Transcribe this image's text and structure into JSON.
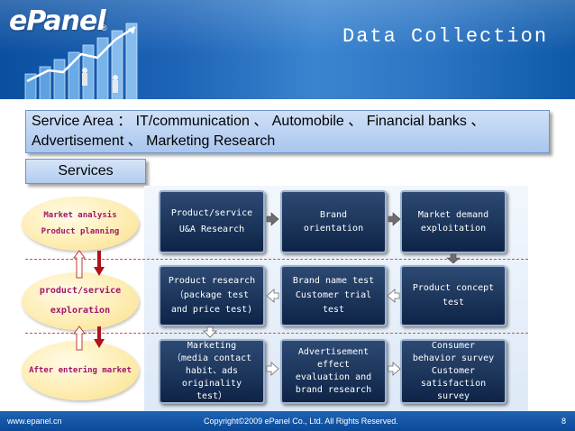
{
  "header": {
    "logo": "ePanel",
    "logo_mark": "®",
    "title": "Data Collection"
  },
  "service_area": {
    "line1": "Service Area ： IT/communication 、 Automobile 、 Financial banks 、",
    "line2": "Advertisement 、 Marketing Research"
  },
  "services_label": "Services",
  "stages": [
    {
      "lines": [
        "Market analysis",
        "Product planning"
      ]
    },
    {
      "lines": [
        "product/service",
        "exploration"
      ]
    },
    {
      "lines": [
        "After entering market"
      ]
    }
  ],
  "boxes": [
    {
      "lines": [
        "Product/service",
        "U&A Research"
      ]
    },
    {
      "lines": [
        "Brand",
        "orientation"
      ]
    },
    {
      "lines": [
        "Market demand",
        "exploitation"
      ]
    },
    {
      "lines": [
        "Product research",
        "（package test",
        "and price test)"
      ]
    },
    {
      "lines": [
        "Brand name test",
        "Customer trial",
        "test"
      ]
    },
    {
      "lines": [
        "Product concept",
        "test"
      ]
    },
    {
      "lines": [
        "Marketing",
        "（media contact",
        "habit、ads",
        "originality",
        "test）"
      ]
    },
    {
      "lines": [
        "Advertisement",
        "effect",
        "evaluation and",
        "brand research"
      ]
    },
    {
      "lines": [
        "Consumer",
        "behavior survey",
        "Customer",
        "satisfaction",
        "survey"
      ]
    }
  ],
  "footer": {
    "website": "www.epanel.cn",
    "copyright": "Copyright©2009 ePanel Co., Ltd. All Rights Reserved.",
    "page_number": "8"
  },
  "colors": {
    "header_blue": "#1d63b6",
    "box_navy": "#1a3358",
    "stage_text": "#a0166a",
    "ellipse_fill": "#fde9a6",
    "down_arrow": "#b0121b",
    "dashed_line": "#e0483e"
  }
}
